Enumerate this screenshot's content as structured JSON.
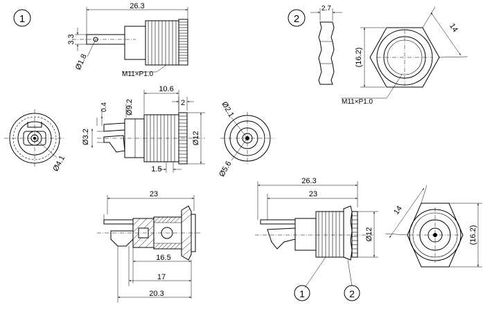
{
  "callouts": {
    "one": "1",
    "two": "2"
  },
  "view_top_left": {
    "length_overall": "26.3",
    "pin_width": "3.3",
    "pin_hole": "Ø1.8",
    "thread": "M11×P1.0"
  },
  "view_nut": {
    "thickness": "2.7",
    "across_flats": "14",
    "across_corners": "(16.2)",
    "thread": "M11×P1.0"
  },
  "view_middle": {
    "thread_length": "10.6",
    "pin_thickness": "0.4",
    "body_dia": "Ø9.2",
    "flange": "2",
    "pin_spacing": "Ø3.2",
    "thread_dia": "Ø12",
    "pin_offset": "1.5",
    "left_face_dia": "Ø4.1",
    "center_pin_dia": "Ø2.1",
    "face_dia": "Ø5.6"
  },
  "view_section": {
    "length_23": "23",
    "length_16_5": "16.5",
    "length_17": "17",
    "length_20_3": "20.3"
  },
  "view_assembly": {
    "length_overall": "26.3",
    "length_23": "23",
    "dia": "Ø12",
    "across_flats": "14",
    "across_corners": "(16.2)"
  }
}
